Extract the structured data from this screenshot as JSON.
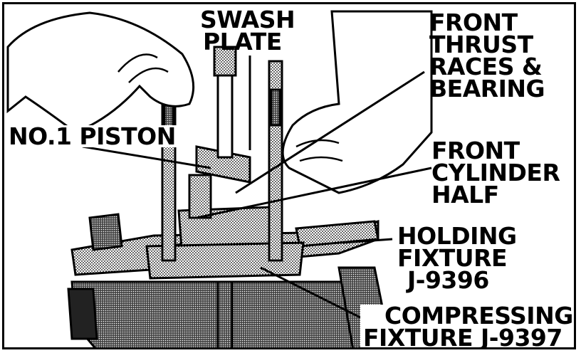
{
  "figure": {
    "labels": {
      "swash_plate": [
        "SWASH",
        "PLATE"
      ],
      "front_thrust": [
        "FRONT",
        "THRUST",
        "RACES &",
        "BEARING"
      ],
      "piston": [
        "NO.1 PISTON"
      ],
      "front_cylinder": [
        "FRONT",
        "CYLINDER",
        "HALF"
      ],
      "holding_fixture": [
        "HOLDING",
        "FIXTURE",
        "J-9396"
      ],
      "compressing_fixture": [
        "COMPRESSING",
        "FIXTURE J-9397"
      ]
    },
    "colors": {
      "ink": "#000000",
      "paper": "#ffffff",
      "shade": "#9a9a9a"
    }
  }
}
